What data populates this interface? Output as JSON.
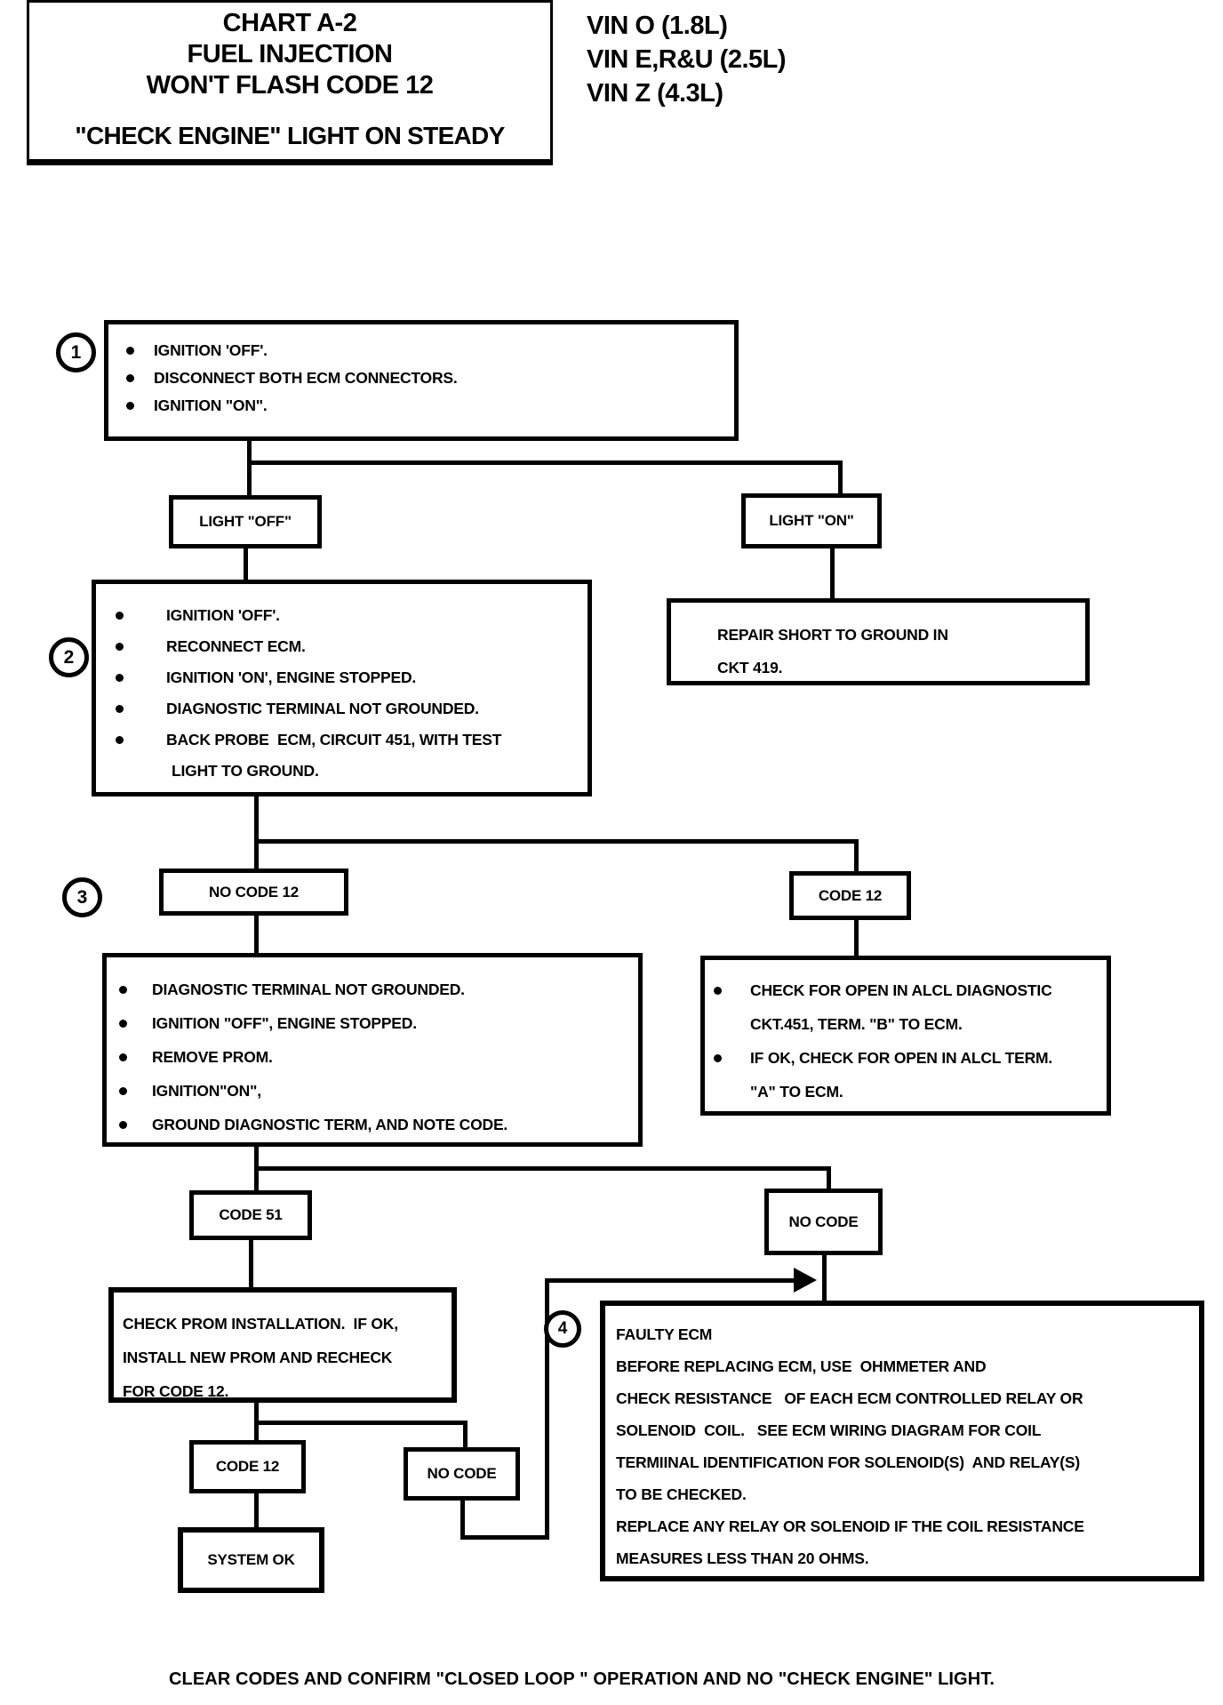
{
  "header": {
    "title_lines": [
      "CHART A-2",
      "FUEL INJECTION",
      "WON'T FLASH CODE 12"
    ],
    "subtitle": "\"CHECK ENGINE\" LIGHT ON STEADY",
    "vin_lines": [
      "VIN O (1.8L)",
      "VIN E,R&U (2.5L)",
      "VIN Z (4.3L)"
    ]
  },
  "steps": {
    "s1": "1",
    "s2": "2",
    "s3": "3",
    "s4": "4"
  },
  "flow": {
    "step1_box": {
      "lines": [
        "IGNITION 'OFF'.",
        "DISCONNECT BOTH ECM CONNECTORS.",
        "IGNITION \"ON\"."
      ]
    },
    "light_off_label": "LIGHT \"OFF\"",
    "light_on_label": "LIGHT \"ON\"",
    "step2_box": {
      "lines": [
        "IGNITION 'OFF'.",
        "RECONNECT ECM.",
        "IGNITION 'ON', ENGINE STOPPED.",
        "DIAGNOSTIC TERMINAL NOT GROUNDED.",
        "BACK PROBE  ECM, CIRCUIT 451, WITH TEST",
        "LIGHT TO GROUND."
      ]
    },
    "repair_box": {
      "lines": [
        "REPAIR SHORT TO GROUND IN",
        "CKT 419."
      ]
    },
    "no_code_12_label": "NO CODE 12",
    "code_12_upper_label": "CODE 12",
    "step3_box": {
      "lines": [
        "DIAGNOSTIC TERMINAL NOT GROUNDED.",
        "IGNITION \"OFF\", ENGINE STOPPED.",
        "REMOVE PROM.",
        "IGNITION\"ON\",",
        "GROUND DIAGNOSTIC TERM, AND NOTE CODE."
      ]
    },
    "alcl_box": {
      "lines": [
        "CHECK FOR OPEN IN ALCL DIAGNOSTIC",
        "CKT.451, TERM. \"B\" TO ECM.",
        "IF OK, CHECK FOR OPEN IN ALCL TERM.",
        "\"A\" TO ECM."
      ]
    },
    "code_51_label": "CODE 51",
    "no_code_upper_label": "NO CODE",
    "check_prom_box": {
      "lines": [
        "CHECK PROM INSTALLATION.  IF OK,",
        "INSTALL NEW PROM AND RECHECK",
        "FOR CODE 12."
      ]
    },
    "faulty_ecm_box": {
      "lines": [
        "FAULTY ECM",
        "BEFORE REPLACING ECM, USE  OHMMETER AND",
        "CHECK RESISTANCE   OF EACH ECM CONTROLLED RELAY OR",
        "SOLENOID  COIL.   SEE ECM WIRING DIAGRAM FOR COIL",
        "TERMIINAL IDENTIFICATION FOR SOLENOID(S)  AND RELAY(S)",
        "TO BE CHECKED.",
        "REPLACE ANY RELAY OR SOLENOID IF THE COIL RESISTANCE",
        "MEASURES LESS THAN 20 OHMS."
      ]
    },
    "code_12_lower_label": "CODE 12",
    "no_code_lower_label": "NO CODE",
    "system_ok_label": "SYSTEM OK"
  },
  "footer": {
    "caption": "CLEAR CODES AND CONFIRM \"CLOSED LOOP \" OPERATION AND NO \"CHECK ENGINE\" LIGHT."
  },
  "colors": {
    "ink": "#000000",
    "paper": "#ffffff"
  }
}
